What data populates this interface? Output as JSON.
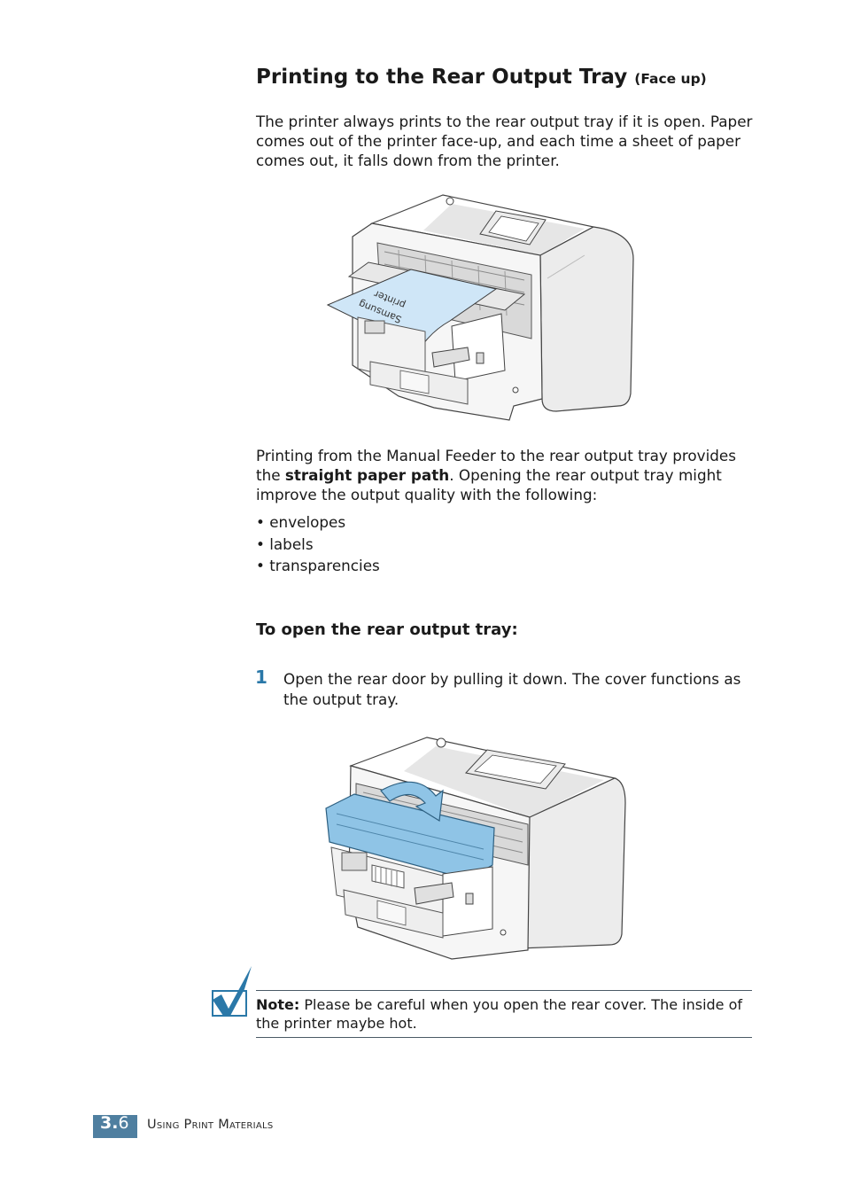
{
  "section": {
    "title": "Printing to the Rear Output Tray",
    "title_suffix": "(Face up)"
  },
  "intro": {
    "text": "The printer always prints to the rear output tray if it is open. Paper comes out of the printer face-up, and each time a sheet of paper comes out, it falls down from the printer."
  },
  "figure1": {
    "paper_label_line1": "Samsung",
    "paper_label_line2": "printer"
  },
  "manual_feeder": {
    "text_before": "Printing from the Manual Feeder to the rear output tray provides the ",
    "bold": "straight paper path",
    "text_after": ". Opening the rear output tray might improve the output quality with the following:"
  },
  "bullets": [
    "• envelopes",
    "• labels",
    "• transparencies"
  ],
  "subheading": "To open the rear output tray:",
  "steps": [
    {
      "number": "1",
      "text": "Open the rear door by pulling it down. The cover functions as the output tray."
    }
  ],
  "note": {
    "label": "Note:",
    "text": " Please be careful when you open the rear cover. The inside of the printer maybe hot."
  },
  "footer": {
    "chapter": "3.",
    "page": "6",
    "title": "Using Print Materials"
  },
  "colors": {
    "accent": "#4f7fa0",
    "step_number": "#2a78a8",
    "paper": "#cfe6f7",
    "tray": "#8fc4e6"
  }
}
